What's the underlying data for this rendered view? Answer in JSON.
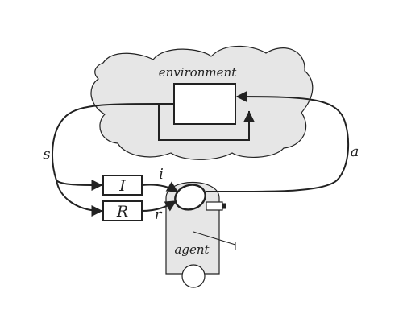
{
  "labels": {
    "environment": "environment",
    "agent": "agent",
    "state_signal": "s",
    "action_signal": "a",
    "input_signal": "i",
    "reward_signal": "r",
    "interpreter_box": "I",
    "reward_box": "R"
  },
  "colors": {
    "cloud_fill": "#e6e6e6",
    "stroke": "#222222",
    "background": "#ffffff"
  }
}
